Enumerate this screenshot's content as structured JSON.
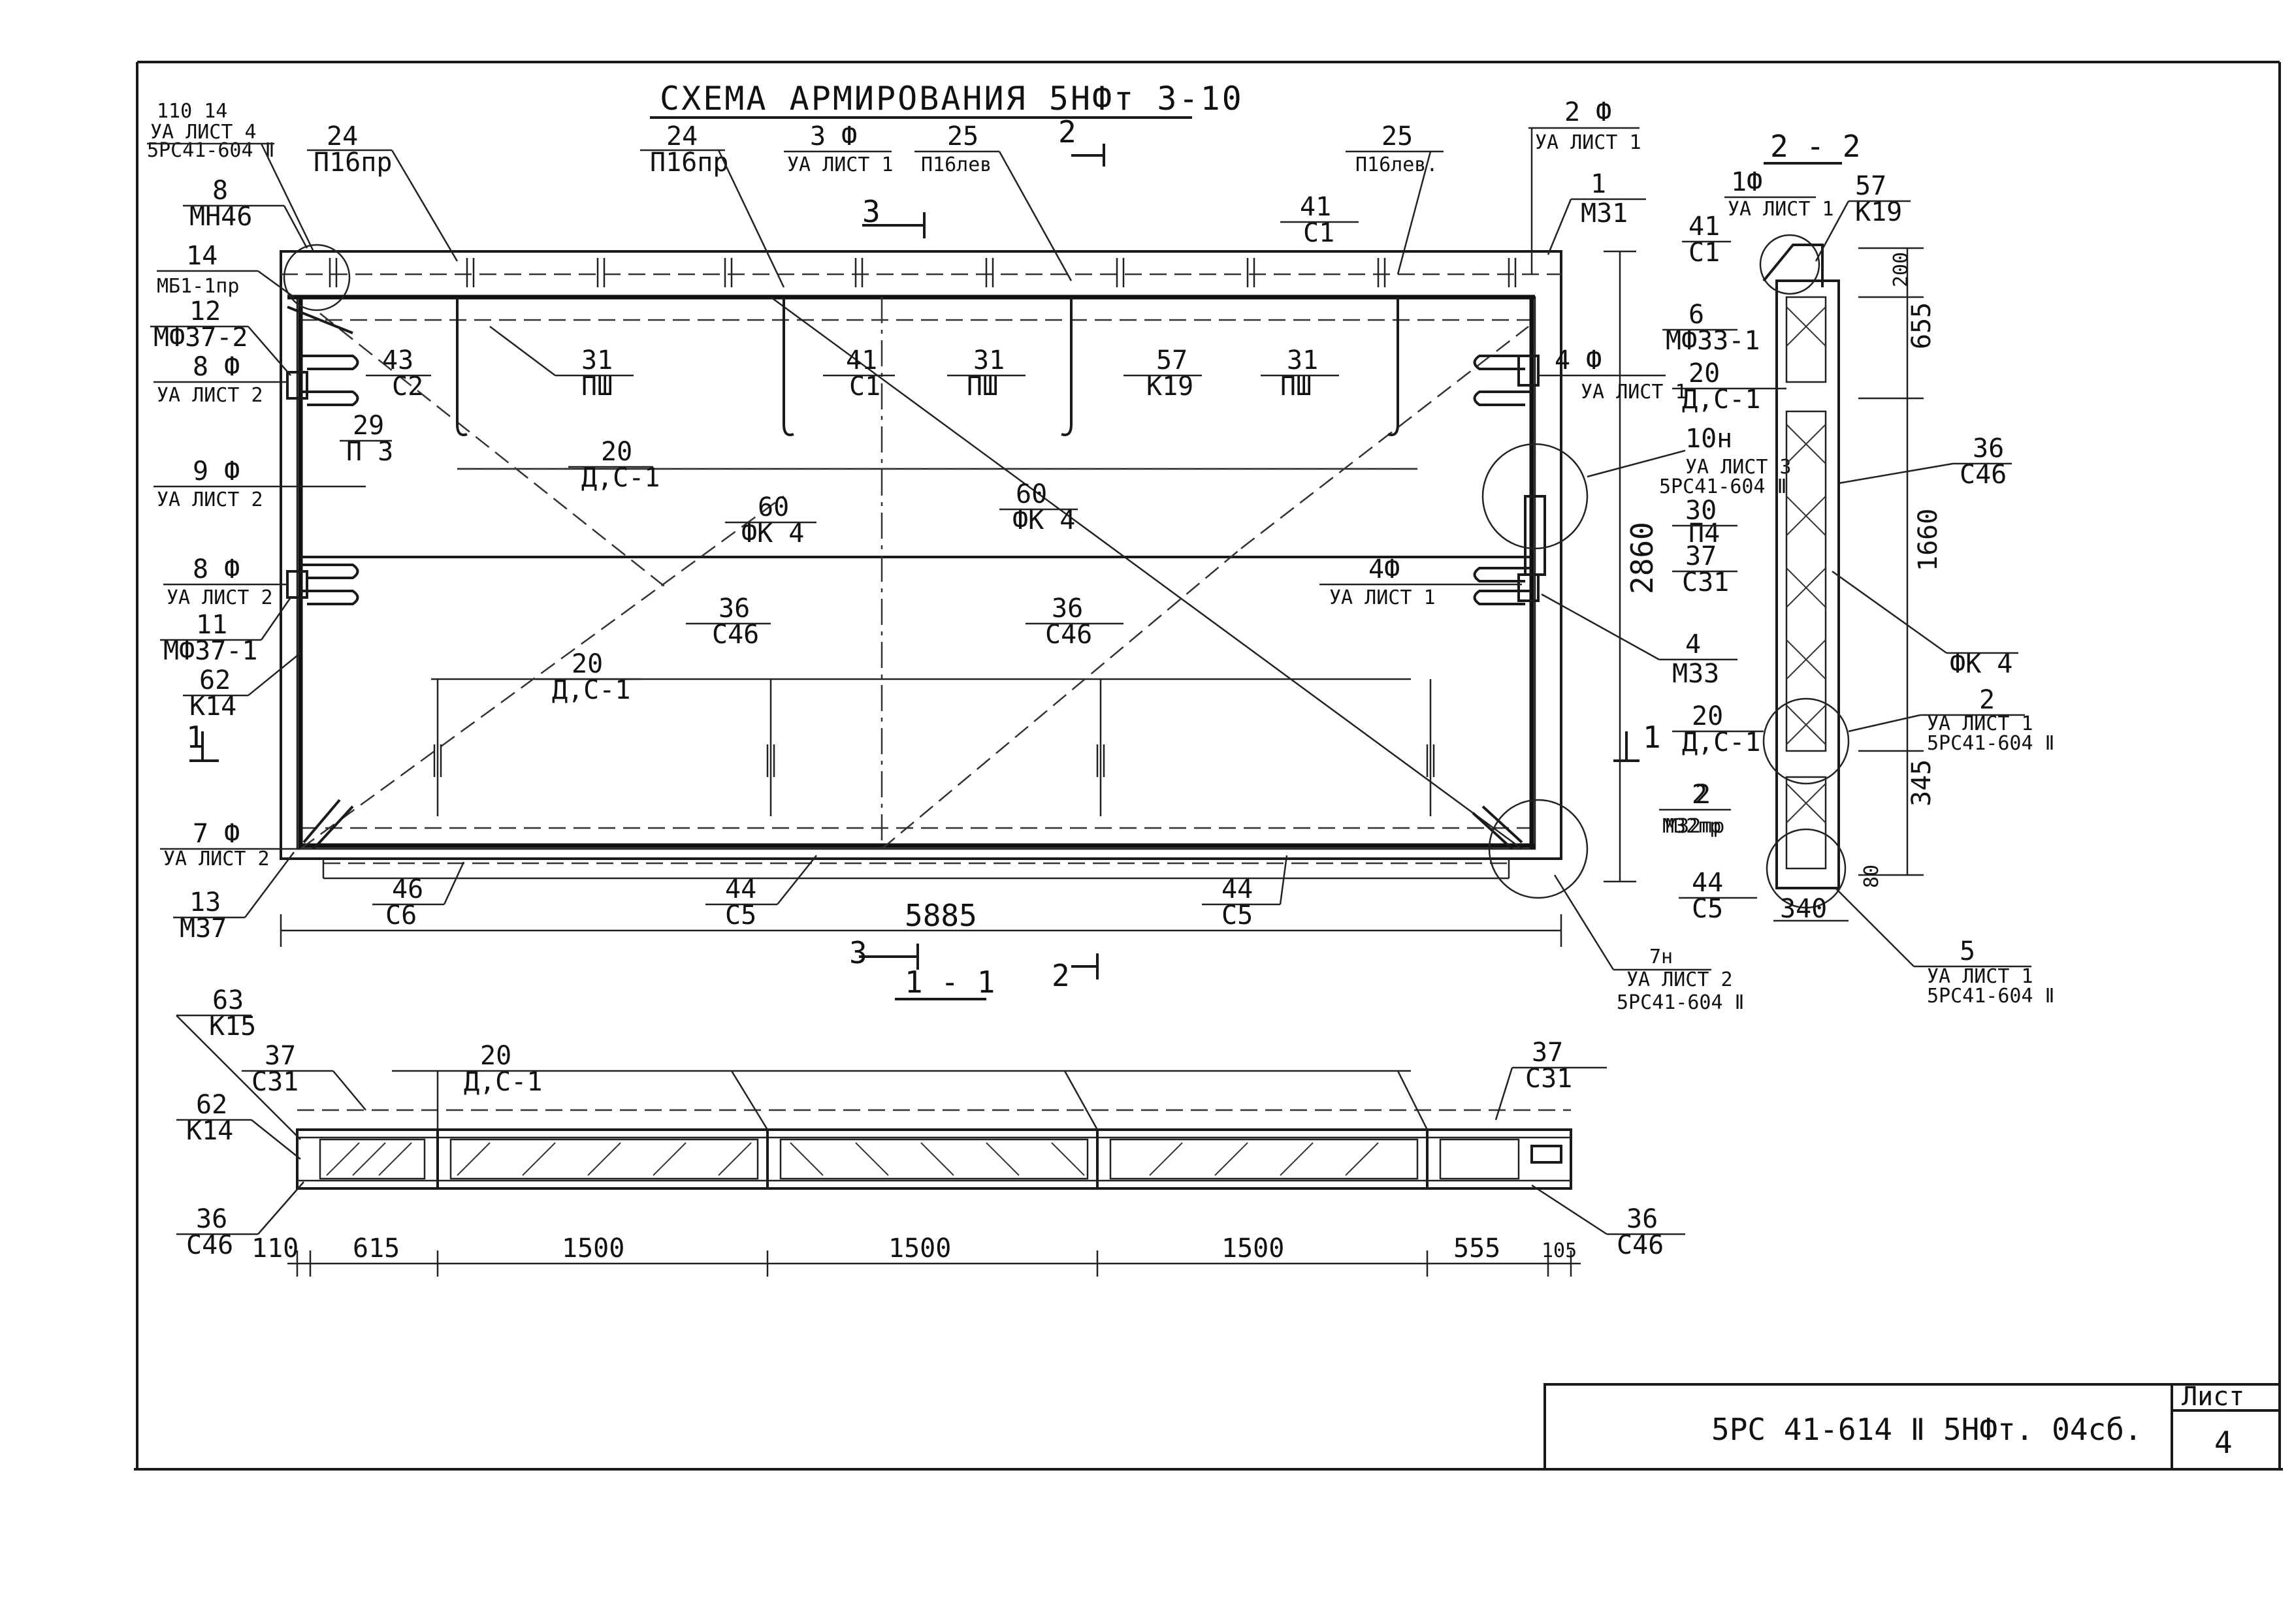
{
  "title": "СХЕМА АРМИРОВАНИЯ 5НФт 3-10",
  "sections": {
    "s11": "1 - 1",
    "s22": "2 - 2",
    "mark_1": "1",
    "mark_2": "2",
    "mark_3": "3"
  },
  "title_block": {
    "code": "5РС 41-614 Ⅱ  5НФт. 04сб.",
    "sheet_label": "Лист",
    "sheet_number": "4"
  },
  "callouts": {
    "c_110_14": "110 14",
    "c_ua_list4": "УА ЛИСТ 4",
    "c_5pc41_604_a": "5РС41-604 Ⅱ",
    "c_8": "8",
    "c_mh46": "МН46",
    "c_24a_num": "24",
    "c_24a_txt": "П16пр",
    "c_24b_num": "24",
    "c_24b_txt": "П16пр",
    "c_3f_num": "3 Ф",
    "c_3f_txt": "УА ЛИСТ 1",
    "c_25a_num": "25",
    "c_25a_txt": "П16лев",
    "c_25b_num": "25",
    "c_25b_txt": "П16лев.",
    "c_2f_num": "2 Ф",
    "c_2f_txt": "УА ЛИСТ 1",
    "c_1_num": "1",
    "c_1_txt": "М31",
    "c_41a_num": "41",
    "c_41a_txt": "С1",
    "c_14_num": "14",
    "c_14_txt": "МБ1-1пр",
    "c_12_num": "12",
    "c_12_txt": "МФ37-2",
    "c_8f_a_num": "8 Ф",
    "c_8f_a_txt": "УА ЛИСТ 2",
    "c_43_num": "43",
    "c_43_txt": "С2",
    "c_31a_num": "31",
    "c_31a_txt": "ПШ",
    "c_41b_num": "41",
    "c_41b_txt": "С1",
    "c_31b_num": "31",
    "c_31b_txt": "ПШ",
    "c_57a_num": "57",
    "c_57a_txt": "К19",
    "c_31c_num": "31",
    "c_31c_txt": "ПШ",
    "c_4f_a_num": "4 Ф",
    "c_4f_a_txt": "УА ЛИСТ 1",
    "c_29_num": "29",
    "c_29_txt": "П 3",
    "c_9f_num": "9 Ф",
    "c_9f_txt": "УА ЛИСТ 2",
    "c_20a_num": "20",
    "c_20a_txt": "Д,С-1",
    "c_60a_num": "60",
    "c_60a_txt": "ФК 4",
    "c_60b_num": "60",
    "c_60b_txt": "ФК 4",
    "c_10n_num": "10н",
    "c_10n_txt1": "УА ЛИСТ 3",
    "c_10n_txt2": "5РС41-604 Ⅱ",
    "c_30_num": "30",
    "c_30_txt": "П4",
    "c_37a_num": "37",
    "c_37a_txt": "С31",
    "c_8f_b_num": "8 Ф",
    "c_8f_b_txt": "УА ЛИСТ 2",
    "c_11_num": "11",
    "c_11_txt": "МФ37-1",
    "c_36a_num": "36",
    "c_36a_txt": "С46",
    "c_36b_num": "36",
    "c_36b_txt": "С46",
    "c_4f_b_num": "4Ф",
    "c_4f_b_txt": "УА ЛИСТ 1",
    "c_62a_num": "62",
    "c_62a_txt": "К14",
    "c_20b_num": "20",
    "c_20b_txt": "Д,С-1",
    "c_4_num": "4",
    "c_4_txt": "М33",
    "c_7f_num": "7 Ф",
    "c_7f_txt": "УА ЛИСТ 2",
    "c_13_num": "13",
    "c_13_txt": "М37",
    "c_46_num": "46",
    "c_46_txt": "С6",
    "c_44a_num": "44",
    "c_44a_txt": "С5",
    "c_44b_num": "44",
    "c_44b_txt": "С5",
    "c_2m_num": "2",
    "c_2m_txt": "М32пр",
    "c_7n_num": "7н",
    "c_7n_txt1": "УА ЛИСТ 2",
    "c_7n_txt2": "5РС41-604 Ⅱ",
    "c_r_1f_num": "1Ф",
    "c_r_1f_txt": "УА ЛИСТ 1",
    "c_r_41_num": "41",
    "c_r_41_txt": "С1",
    "c_r_57_num": "57",
    "c_r_57_txt": "К19",
    "c_r_6_num": "6",
    "c_r_6_txt": "МФ33-1",
    "c_r_20_num": "20",
    "c_r_20_txt": "Д,С-1",
    "c_r_36_num": "36",
    "c_r_36_txt": "С46",
    "c_r_fk4": "ФК 4",
    "c_r_20b_num": "20",
    "c_r_20b_txt": "Д,С-1",
    "c_r_2_num": "2",
    "c_r_2_txt1": "УА ЛИСТ 1",
    "c_r_2_txt2": "5РС41-604 Ⅱ",
    "c_r_2m_num": "2",
    "c_r_2m_txt": "М32пр",
    "c_r_44_num": "44",
    "c_r_44_txt": "С5",
    "c_r_5_num": "5",
    "c_r_5_txt1": "УА ЛИСТ 1",
    "c_r_5_txt2": "5РС41-604 Ⅱ",
    "c_b_63_num": "63",
    "c_b_63_txt": "К15",
    "c_b_37a_num": "37",
    "c_b_37a_txt": "С31",
    "c_b_20_num": "20",
    "c_b_20_txt": "Д,С-1",
    "c_b_37b_num": "37",
    "c_b_37b_txt": "С31",
    "c_b_62_num": "62",
    "c_b_62_txt": "К14",
    "c_b_36a_num": "36",
    "c_b_36a_txt": "С46",
    "c_b_36b_num": "36",
    "c_b_36b_txt": "С46"
  },
  "dimensions": {
    "d_5885": "5885",
    "d_2860": "2860",
    "d_655": "655",
    "d_200": "200",
    "d_1660": "1660",
    "d_345": "345",
    "d_80": "80",
    "d_340": "340",
    "d_110": "110",
    "d_615": "615",
    "d_1500a": "1500",
    "d_1500b": "1500",
    "d_1500c": "1500",
    "d_555": "555",
    "d_105": "105"
  }
}
